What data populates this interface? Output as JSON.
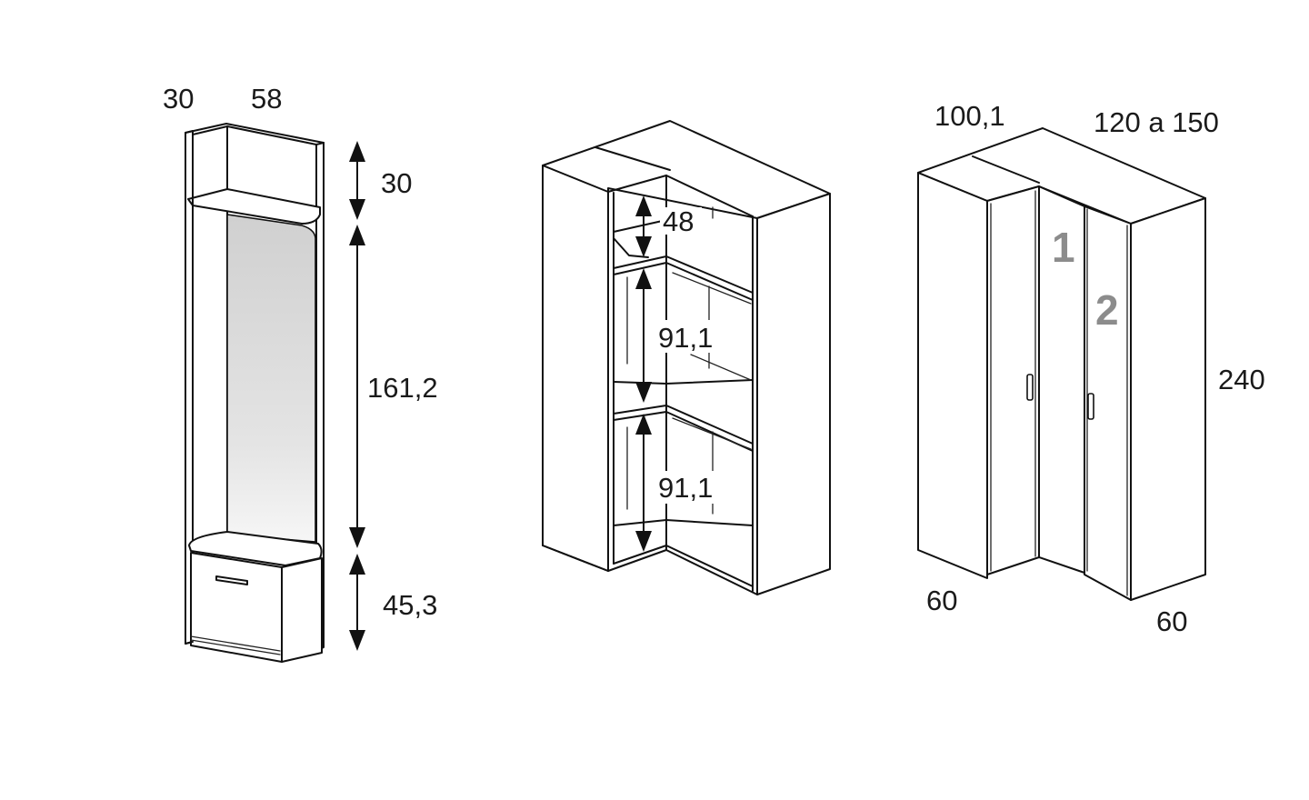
{
  "units": {
    "hall_unit": {
      "depth": "30",
      "width": "58",
      "top_height": "30",
      "mirror_height": "161,2",
      "bottom_height": "45,3"
    },
    "open_corner": {
      "upper_height": "48",
      "middle_height": "91,1",
      "lower_height": "91,1"
    },
    "closed_corner": {
      "left_width": "100,1",
      "right_width": "120 a 150",
      "height": "240",
      "left_depth": "60",
      "right_depth": "60",
      "door_1": "1",
      "door_2": "2"
    }
  },
  "colors": {
    "line": "#111111",
    "mirror": "#d6d6d6",
    "door_number": "#8c8c8c"
  }
}
